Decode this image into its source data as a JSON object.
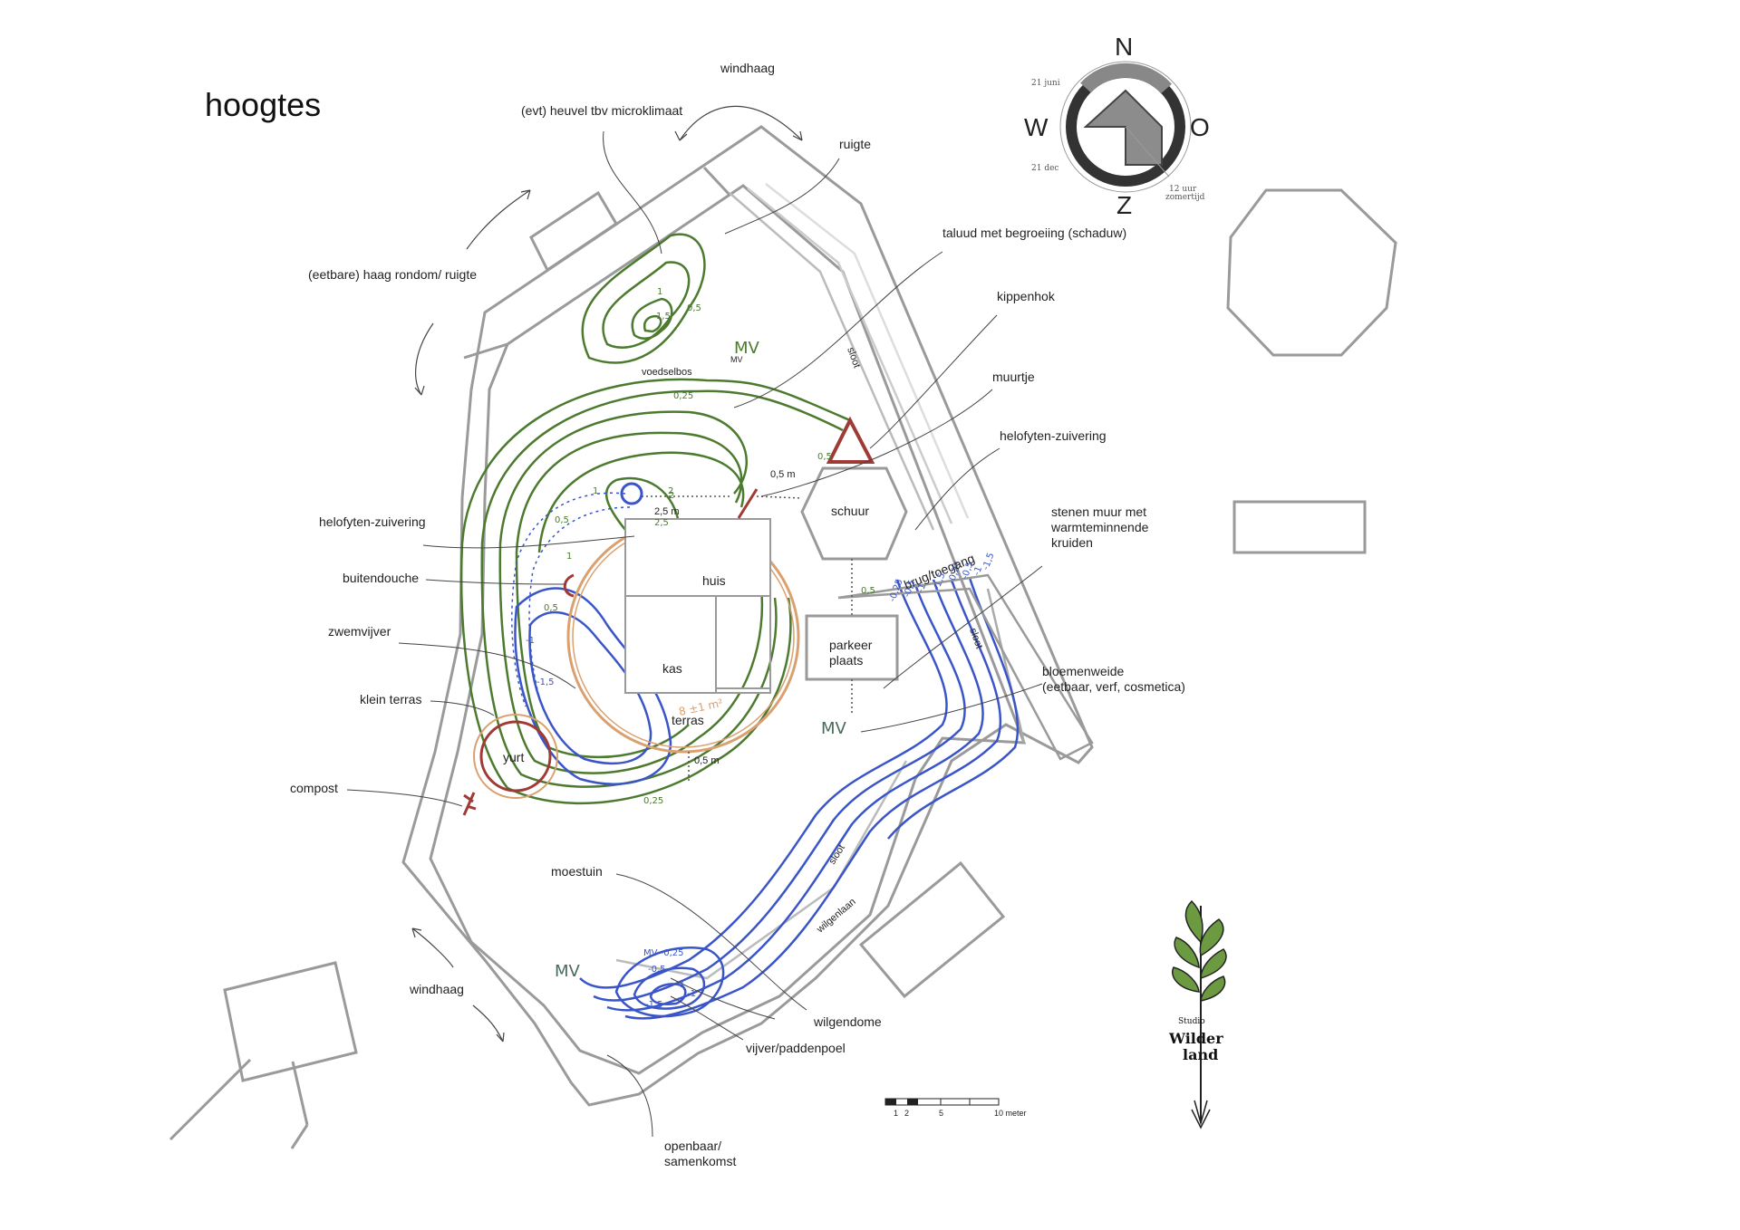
{
  "title": "hoogtes",
  "compass": {
    "north": "N",
    "south": "Z",
    "west": "W",
    "east": "O",
    "summer": "21 juni",
    "winter": "21 dec",
    "note_line1": "12 uur",
    "note_line2": "zomertijd"
  },
  "labels": {
    "windhaag_top": "windhaag",
    "heuvel": "(evt) heuvel tbv microklimaat",
    "ruigte": "ruigte",
    "taluud": "taluud met begroeiing (schaduw)",
    "kippenhok": "kippenhok",
    "muurtje": "muurtje",
    "helofyten_right": "helofyten-zuivering",
    "stenen_muur_1": "stenen muur met",
    "stenen_muur_2": "warmteminnende",
    "stenen_muur_3": "kruiden",
    "bloemenweide_1": "bloemenweide",
    "bloemenweide_2": "(eetbaar, verf, cosmetica)",
    "haag": "(eetbare) haag rondom/ ruigte",
    "helofyten_left": "helofyten-zuivering",
    "buitendouche": "buitendouche",
    "zwemvijver": "zwemvijver",
    "klein_terras": "klein terras",
    "compost": "compost",
    "moestuin": "moestuin",
    "windhaag_bottom": "windhaag",
    "wilgendome": "wilgendome",
    "vijver": "vijver/paddenpoel",
    "openbaar_1": "openbaar/",
    "openbaar_2": "samenkomst",
    "voedselbos": "voedselbos",
    "schuur": "schuur",
    "huis": "huis",
    "kas": "kas",
    "terras": "terras",
    "yurt": "yurt",
    "parkeer_1": "parkeer",
    "parkeer_2": "plaats",
    "brug": "brug/toegang",
    "sloot_top": "sloot",
    "sloot_right": "sloot",
    "sloot_bottom": "sloot",
    "wilgenlaan": "wilgenlaan",
    "mv_top_big": "MV",
    "mv_top_small": "MV",
    "mv_right": "MV",
    "mv_bottom": "MV",
    "dist_25": "2,5 m",
    "dist_05_top": "0,5 m",
    "dist_05_bottom": "0,5 m",
    "terras_area": "8 ±1 m²"
  },
  "contours": {
    "green": [
      "1",
      "1,5",
      "0,5",
      "0,25",
      "0,5",
      "2",
      "2,5",
      "0,5",
      "1",
      "0,5",
      "0,5",
      "0,25",
      "1",
      "2"
    ],
    "blue": [
      "-1",
      "-1,5",
      "-0,25",
      "-0,5",
      "-1",
      "-1,5",
      "-0,25",
      "-0,5",
      "-1",
      "-1,5",
      "-1",
      "MV -0,25",
      "-0,5",
      "-1",
      "-1,5"
    ]
  },
  "scalebar": {
    "ticks": [
      "1",
      "2",
      "5",
      "10 meter"
    ]
  },
  "brand": {
    "line1": "Studio",
    "line2": "Wilder",
    "line3": "land"
  },
  "colors": {
    "green_contour": "#4c7a2e",
    "blue_contour": "#3a55c8",
    "boundary": "#9a9a9a",
    "red_marker": "#a03a35",
    "orange_circle": "#d9a070"
  }
}
